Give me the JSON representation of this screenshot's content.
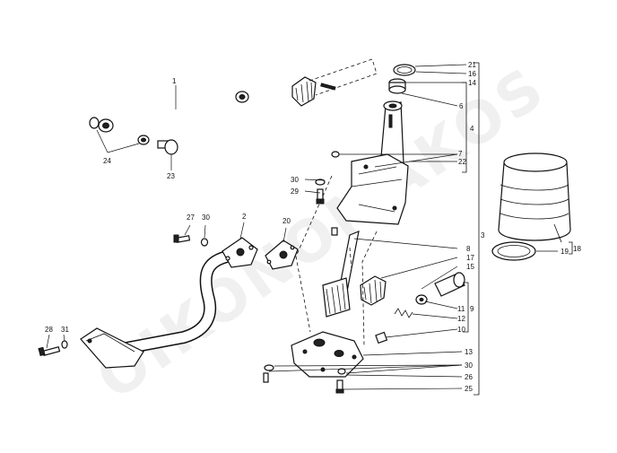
{
  "watermark": "OIKONOMAKOS",
  "callouts": {
    "c1": "1",
    "c2": "2",
    "c4": "4",
    "c6": "6",
    "c7": "7",
    "c8": "8",
    "c9": "9",
    "c10": "10",
    "c11": "11",
    "c12": "12",
    "c13": "13",
    "c14": "14",
    "c15": "15",
    "c16": "16",
    "c17": "17",
    "c18": "18",
    "c19": "19",
    "c20": "20",
    "c21": "21",
    "c22": "22",
    "c23": "23",
    "c24": "24",
    "c25": "25",
    "c26": "26",
    "c27": "27",
    "c28": "28",
    "c29": "29",
    "c30a": "30",
    "c30b": "30",
    "c30c": "30",
    "c31": "31",
    "c3": "3"
  }
}
